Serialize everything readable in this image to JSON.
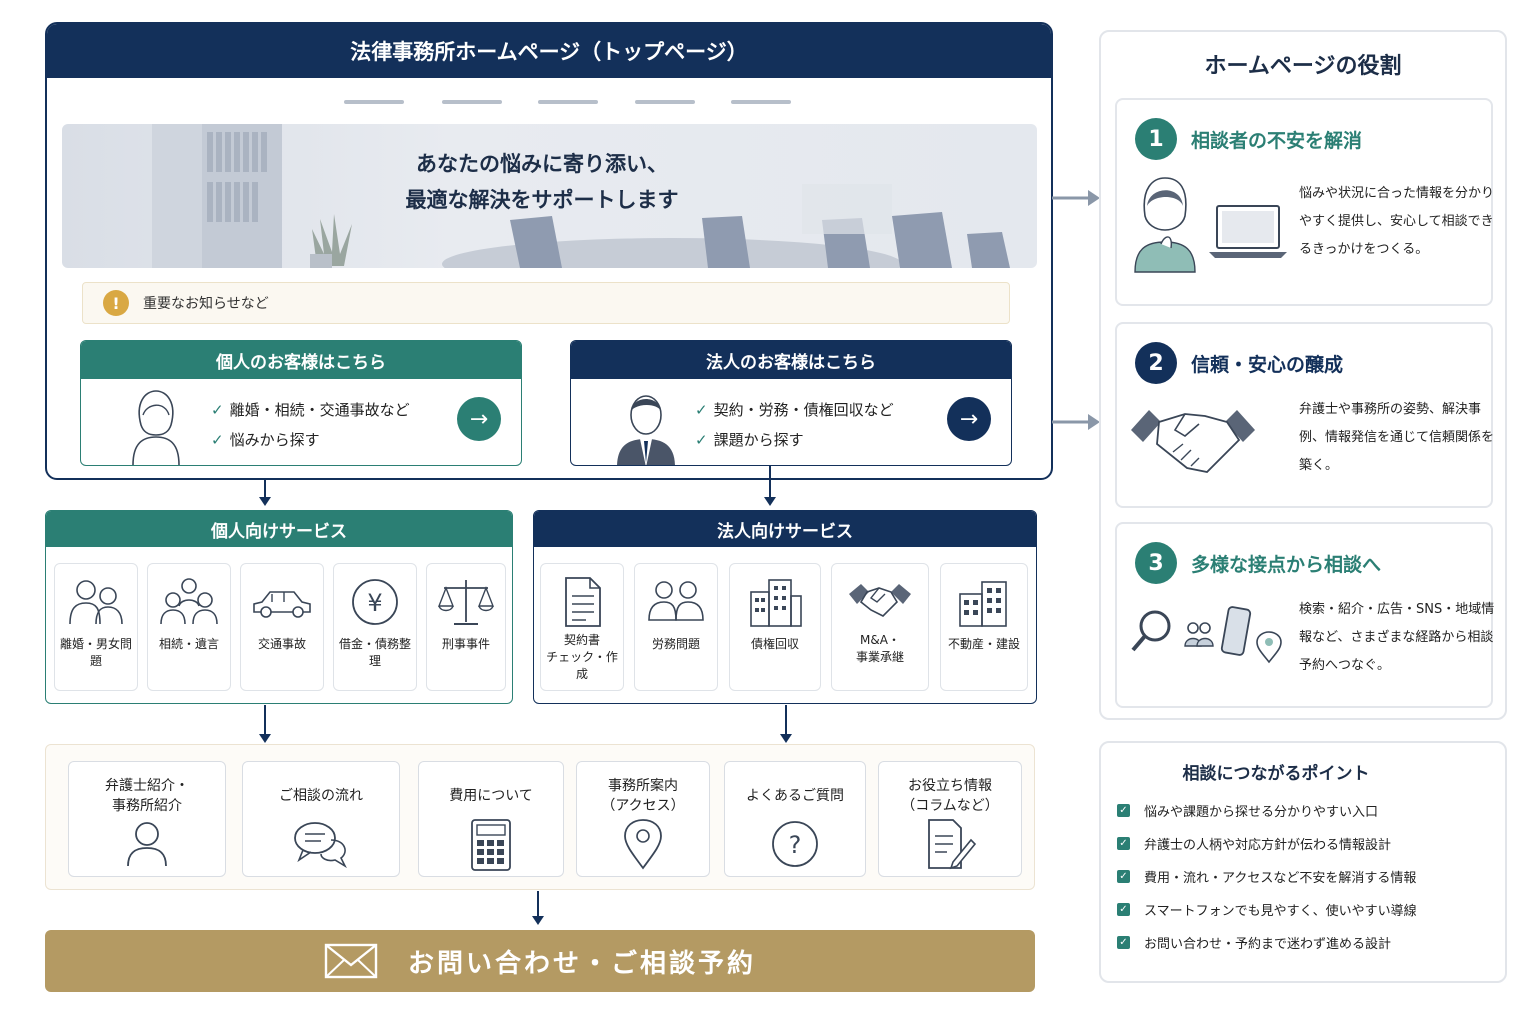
{
  "colors": {
    "navy": "#13305a",
    "teal": "#2b7f74",
    "gold": "#b49a63"
  },
  "homepage": {
    "title": "法律事務所ホームページ（トップページ）",
    "hero_line1": "あなたの悩みに寄り添い、",
    "hero_line2": "最適な解決をサポートします",
    "notice": "重要なお知らせなど",
    "individual": {
      "heading": "個人のお客様はこちら",
      "item1": "離婚・相続・交通事故など",
      "item2": "悩みから探す"
    },
    "corporate": {
      "heading": "法人のお客様はこちら",
      "item1": "契約・労務・債権回収など",
      "item2": "課題から探す"
    }
  },
  "individual_services": {
    "heading": "個人向けサービス",
    "items": [
      {
        "label": "離婚・男女問題",
        "icon": "couple-icon"
      },
      {
        "label": "相続・遺言",
        "icon": "family-icon"
      },
      {
        "label": "交通事故",
        "icon": "car-icon"
      },
      {
        "label": "借金・債務整理",
        "icon": "yen-icon"
      },
      {
        "label": "刑事事件",
        "icon": "scales-icon"
      }
    ]
  },
  "corporate_services": {
    "heading": "法人向けサービス",
    "items": [
      {
        "label": "契約書\nチェック・作成",
        "icon": "document-icon"
      },
      {
        "label": "労務問題",
        "icon": "people-icon"
      },
      {
        "label": "債権回収",
        "icon": "building-icon"
      },
      {
        "label": "M&A・\n事業承継",
        "icon": "handshake-icon"
      },
      {
        "label": "不動産・建設",
        "icon": "buildings-icon"
      }
    ]
  },
  "info_pages": [
    {
      "label": "弁護士紹介・\n事務所紹介",
      "icon": "person-icon"
    },
    {
      "label": "ご相談の流れ",
      "icon": "chat-icon"
    },
    {
      "label": "費用について",
      "icon": "calculator-icon"
    },
    {
      "label": "事務所案内\n（アクセス）",
      "icon": "map-pin-icon"
    },
    {
      "label": "よくあるご質問",
      "icon": "question-icon"
    },
    {
      "label": "お役立ち情報\n（コラムなど）",
      "icon": "column-icon"
    }
  ],
  "cta": "お問い合わせ・ご相談予約",
  "roles": {
    "title": "ホームページの役割",
    "items": [
      {
        "num": "1",
        "title": "相談者の不安を解消",
        "text": "悩みや状況に合った情報を分かりやすく提供し、安心して相談できるきっかけをつくる。"
      },
      {
        "num": "2",
        "title": "信頼・安心の醸成",
        "text": "弁護士や事務所の姿勢、解決事例、情報発信を通じて信頼関係を築く。"
      },
      {
        "num": "3",
        "title": "多様な接点から相談へ",
        "text": "検索・紹介・広告・SNS・地域情報など、さまざまな経路から相談予約へつなぐ。"
      }
    ]
  },
  "points": {
    "title": "相談につながるポイント",
    "items": [
      "悩みや課題から探せる分かりやすい入口",
      "弁護士の人柄や対応方針が伝わる情報設計",
      "費用・流れ・アクセスなど不安を解消する情報",
      "スマートフォンでも見やすく、使いやすい導線",
      "お問い合わせ・予約まで迷わず進める設計"
    ]
  }
}
